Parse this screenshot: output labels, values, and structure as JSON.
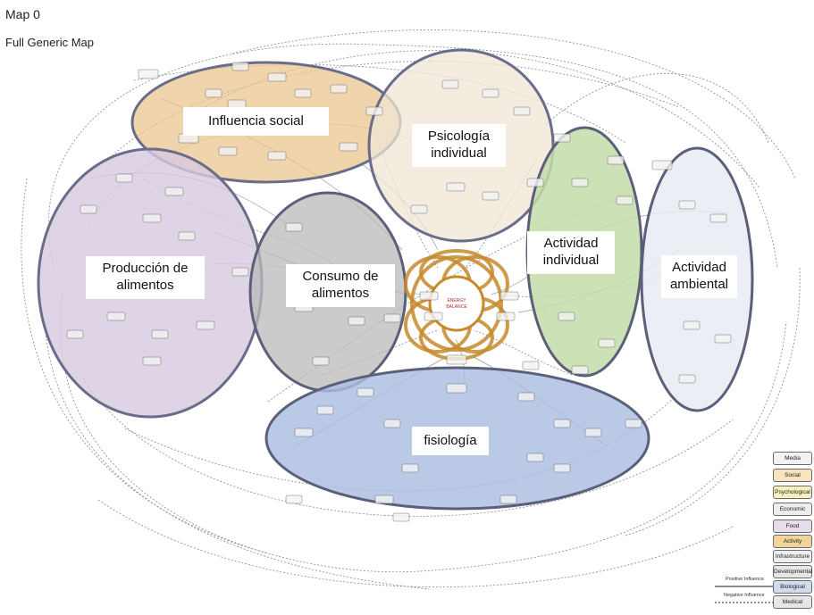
{
  "header": {
    "map_id": "Map 0",
    "subtitle": "Full Generic Map"
  },
  "clusters": [
    {
      "key": "influencia_social",
      "text": [
        "Influencia social"
      ],
      "fill": "#e9c38c"
    },
    {
      "key": "psicologia",
      "text": [
        "Psicología",
        "individual"
      ],
      "fill": "#efe6d4"
    },
    {
      "key": "produccion",
      "text": [
        "Producción de",
        "alimentos"
      ],
      "fill": "#d7c9df"
    },
    {
      "key": "consumo",
      "text": [
        "Consumo de",
        "alimentos"
      ],
      "fill": "#b9b9b9"
    },
    {
      "key": "actividad_individual",
      "text": [
        "Actividad",
        "individual"
      ],
      "fill": "#c3dca9"
    },
    {
      "key": "actividad_ambiental",
      "text": [
        "Actividad",
        "ambiental"
      ],
      "fill": "#e9ebf3"
    },
    {
      "key": "fisiologia",
      "text": [
        "fisiología"
      ],
      "fill": "#a9bde0"
    }
  ],
  "center": {
    "label_line1": "ENERGY",
    "label_line2": "BALANCE",
    "ring_color": "#c68a2b"
  },
  "legend": {
    "items": [
      "Media",
      "Social",
      "Psychological",
      "Economic",
      "Food",
      "Activity",
      "Infrastructure",
      "Developmental",
      "Biological",
      "Medical"
    ],
    "colors": [
      "#f2f2f2",
      "#f7e4bf",
      "#f6f0bd",
      "#eeeeee",
      "#e6dcec",
      "#f2d49b",
      "#eeeeee",
      "#e6e6e6",
      "#d1dcef",
      "#e6e6e6"
    ],
    "positive_label": "Positive Influence",
    "negative_label": "Negative Influence"
  }
}
